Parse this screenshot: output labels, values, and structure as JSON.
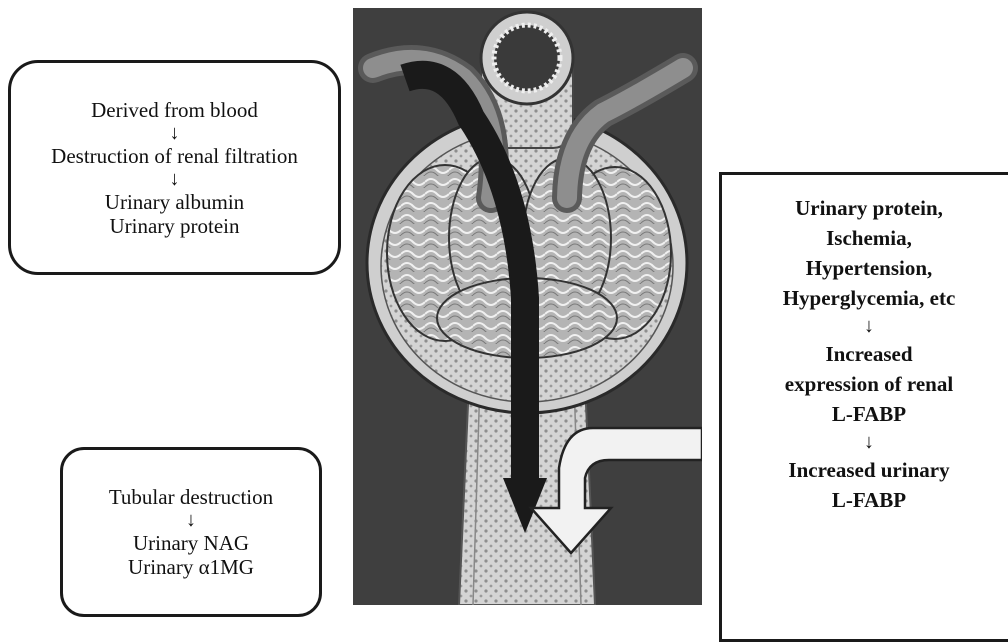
{
  "blood_box": {
    "lines": [
      "Derived from blood",
      "Destruction of renal filtration",
      "Urinary albumin",
      "Urinary protein"
    ],
    "arrow": "↓"
  },
  "tubular_box": {
    "lines": [
      "Tubular destruction",
      "Urinary NAG",
      "Urinary α1MG"
    ],
    "arrow": "↓"
  },
  "lfabp_box": {
    "lines": [
      "Urinary protein,",
      "Ischemia,",
      "Hypertension,",
      "Hyperglycemia, etc",
      "Increased",
      "expression of renal",
      "L-FABP",
      "Increased urinary",
      "L-FABP"
    ],
    "arrow": "↓"
  },
  "colors": {
    "panel_background": "#3f3f3f",
    "nephron_tissue": "#d2d2d2",
    "vessel": "#8a8a8a",
    "flow_path": "#1a1a1a",
    "block_arrow": "#f2f2f2"
  }
}
